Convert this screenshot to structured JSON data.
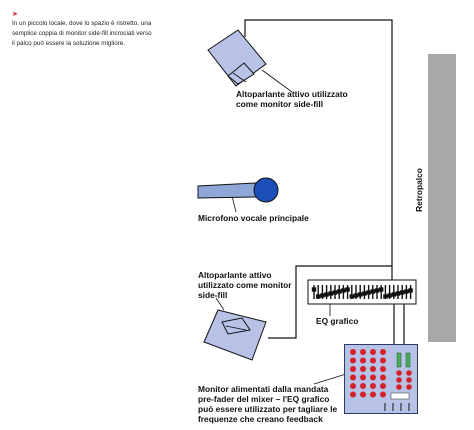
{
  "caption": {
    "marker": "➤",
    "text": "In un piccolo locale, dove lo spazio è ristretto, una semplice coppia di monitor side-fill incrociati verso il palco può essere la soluzione migliore."
  },
  "labels": {
    "speaker_top": "Altoparlante attivo utilizzato come monitor side-fill",
    "microphone": "Microfono vocale principale",
    "speaker_bottom": "Altoparlante attivo utilizzato come monitor side-fill",
    "eq": "EQ grafico",
    "mixer_note": "Monitor alimentati dalla mandata pre-fader del mixer – l'EQ grafico può essere utilizzato per tagliare le frequenze che creano feedback",
    "backstage": "Retropalco"
  },
  "colors": {
    "speaker_fill": "#b7c2e6",
    "mic_body": "#8fa7d6",
    "mic_head": "#1d4fb8",
    "backstage_bar": "#a8a8a8",
    "knob": "#d2232a",
    "fader": "#4cab5b"
  },
  "icons": [
    "arrow-marker-icon",
    "speaker-icon",
    "microphone-icon",
    "graphic-eq-icon",
    "mixer-icon"
  ]
}
